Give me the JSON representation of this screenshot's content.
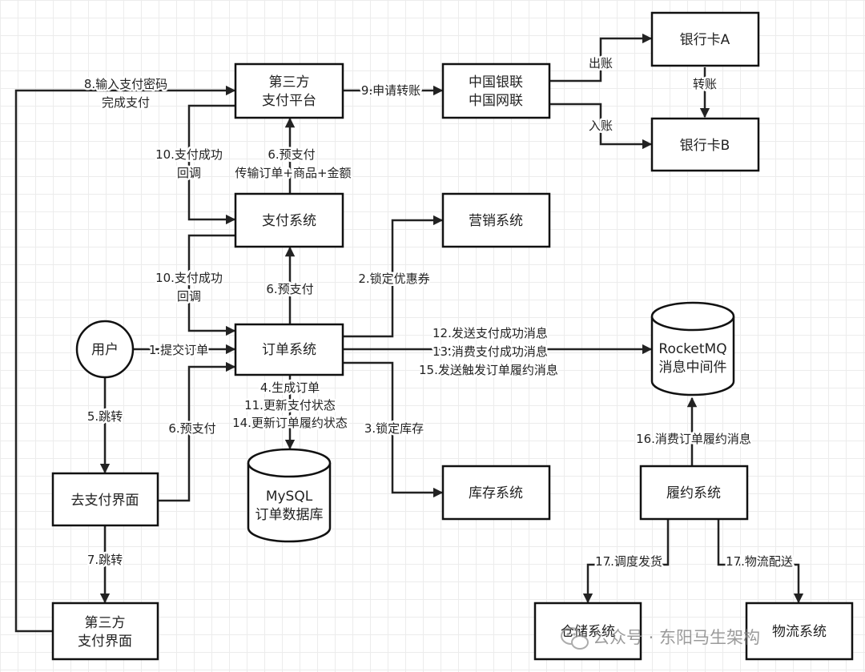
{
  "nodes": {
    "bank_card_a": "银行卡A",
    "bank_card_b": "银行卡B",
    "third_party_platform": [
      "第三方",
      "支付平台"
    ],
    "unionpay": [
      "中国银联",
      "中国网联"
    ],
    "payment_system": "支付系统",
    "marketing_system": "营销系统",
    "user": "用户",
    "order_system": "订单系统",
    "rocketmq": [
      "RocketMQ",
      "消息中间件"
    ],
    "go_payment_page": "去支付界面",
    "mysql": [
      "MySQL",
      "订单数据库"
    ],
    "inventory_system": "库存系统",
    "fulfillment_system": "履约系统",
    "third_party_payment_page": [
      "第三方",
      "支付界面"
    ],
    "warehouse_system": "仓储系统",
    "logistics_system": "物流系统"
  },
  "labels": {
    "enter_password": [
      "8.输入支付密码",
      "完成支付"
    ],
    "apply_transfer": "9.申请转账",
    "debit": "出账",
    "transfer": "转账",
    "credit": "入账",
    "callback_top": [
      "10.支付成功",
      "回调"
    ],
    "prepay_top": [
      "6.预支付",
      "传输订单+商品+金额"
    ],
    "lock_coupon": "2.锁定优惠券",
    "callback_mid": [
      "10.支付成功",
      "回调"
    ],
    "prepay_mid": "6.预支付",
    "submit_order": "1.提交订单",
    "mq_messages": [
      "12.发送支付成功消息",
      "13.消费支付成功消息",
      "15.发送触发订单履约消息"
    ],
    "db_ops": [
      "4.生成订单",
      "11.更新支付状态",
      "14.更新订单履约状态"
    ],
    "jump_1": "5.跳转",
    "prepay_bottom": "6.预支付",
    "lock_inventory": "3.锁定库存",
    "consume_fulfillment": "16.消费订单履约消息",
    "jump_2": "7.跳转",
    "dispatch": "17.调度发货",
    "delivery": "17.物流配送"
  },
  "watermark": "公众号 · 东阳马生架构"
}
